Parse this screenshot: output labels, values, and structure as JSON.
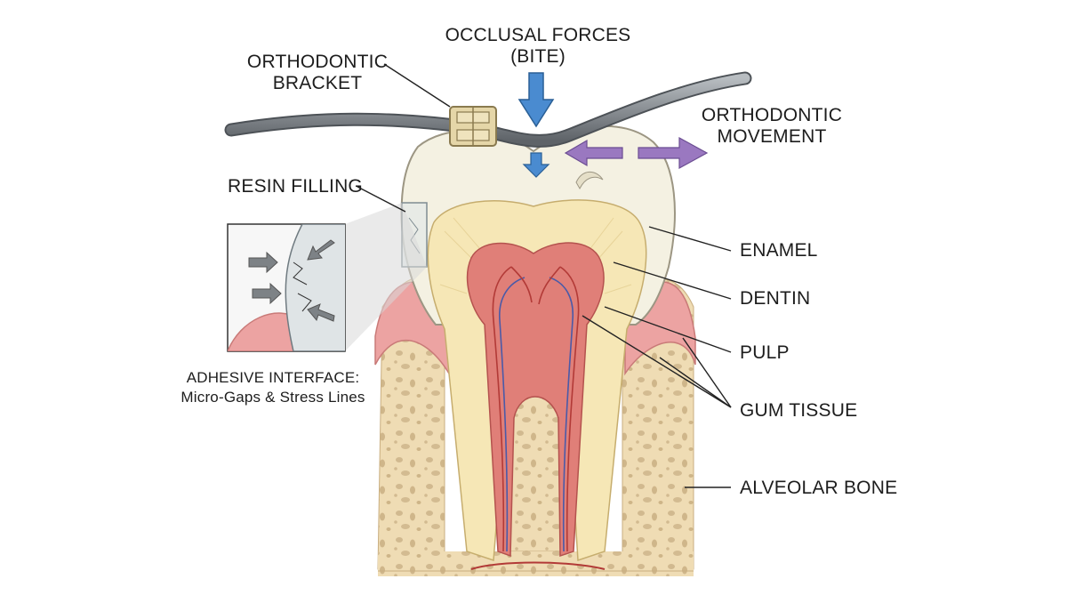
{
  "labels": {
    "occlusal_line1": "OCCLUSAL FORCES",
    "occlusal_line2": "(BITE)",
    "bracket_line1": "ORTHODONTIC",
    "bracket_line2": "BRACKET",
    "movement_line1": "ORTHODONTIC",
    "movement_line2": "MOVEMENT",
    "resin": "RESIN FILLING",
    "enamel": "ENAMEL",
    "dentin": "DENTIN",
    "pulp": "PULP",
    "gum": "GUM TISSUE",
    "bone": "ALVEOLAR BONE",
    "adhesive_line1": "ADHESIVE INTERFACE:",
    "adhesive_line2": "Micro-Gaps & Stress Lines"
  },
  "colors": {
    "enamel": "#f4f1e2",
    "dentin": "#f6e7b6",
    "pulp": "#e07f78",
    "gum": "#eca3a2",
    "bone": "#efdcb4",
    "wire": "#8f9498",
    "bracket": "#e5d6a8",
    "force_arrow": "#4a8bd0",
    "movement_arrow": "#9a78c0",
    "leader": "#222222"
  },
  "icons": {
    "occlusal_arrow": "down-arrow-icon",
    "movement_arrow": "double-arrow-icon",
    "stress_arrows": "arrow-icon"
  }
}
